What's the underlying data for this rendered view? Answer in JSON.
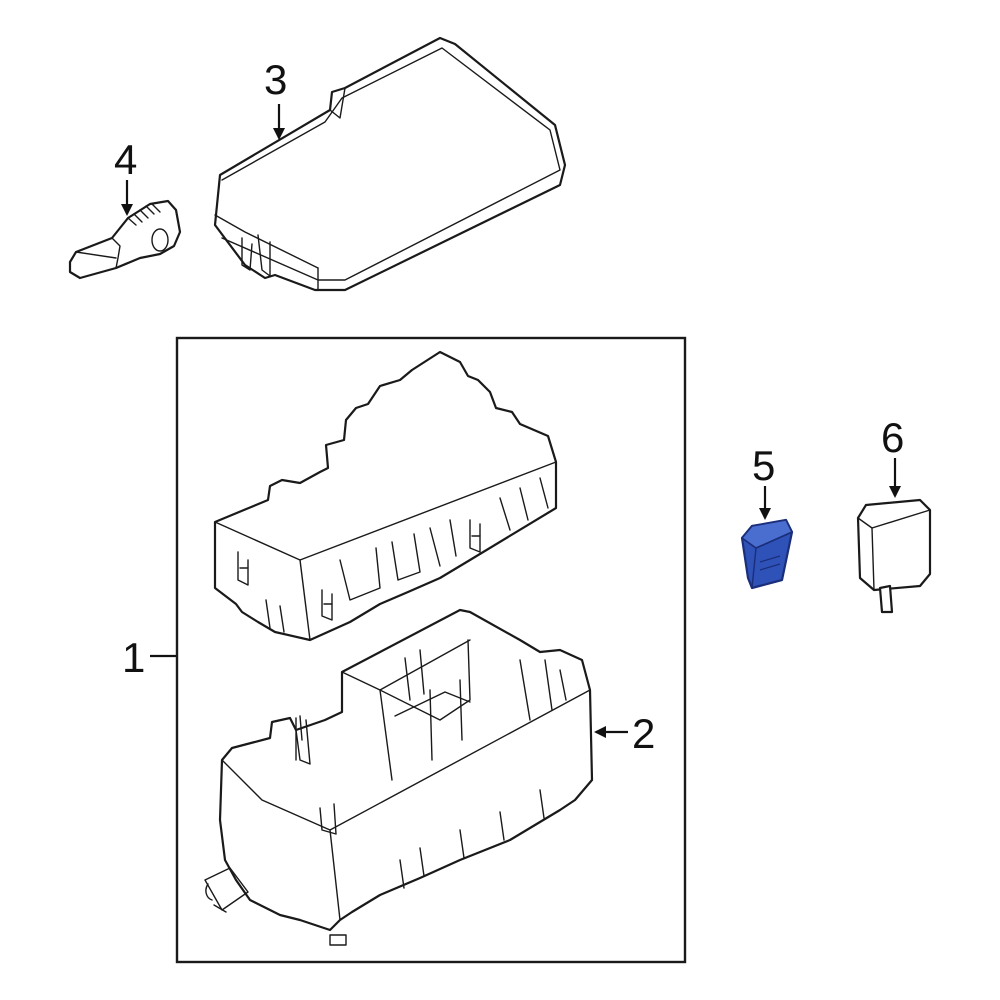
{
  "callouts": {
    "c1": "1",
    "c2": "2",
    "c3": "3",
    "c4": "4",
    "c5": "5",
    "c6": "6"
  },
  "colors": {
    "line": "#1a1a1a",
    "highlight_fill": "#2f52b8",
    "highlight_stroke": "#1a2e7a",
    "background": "#ffffff"
  }
}
